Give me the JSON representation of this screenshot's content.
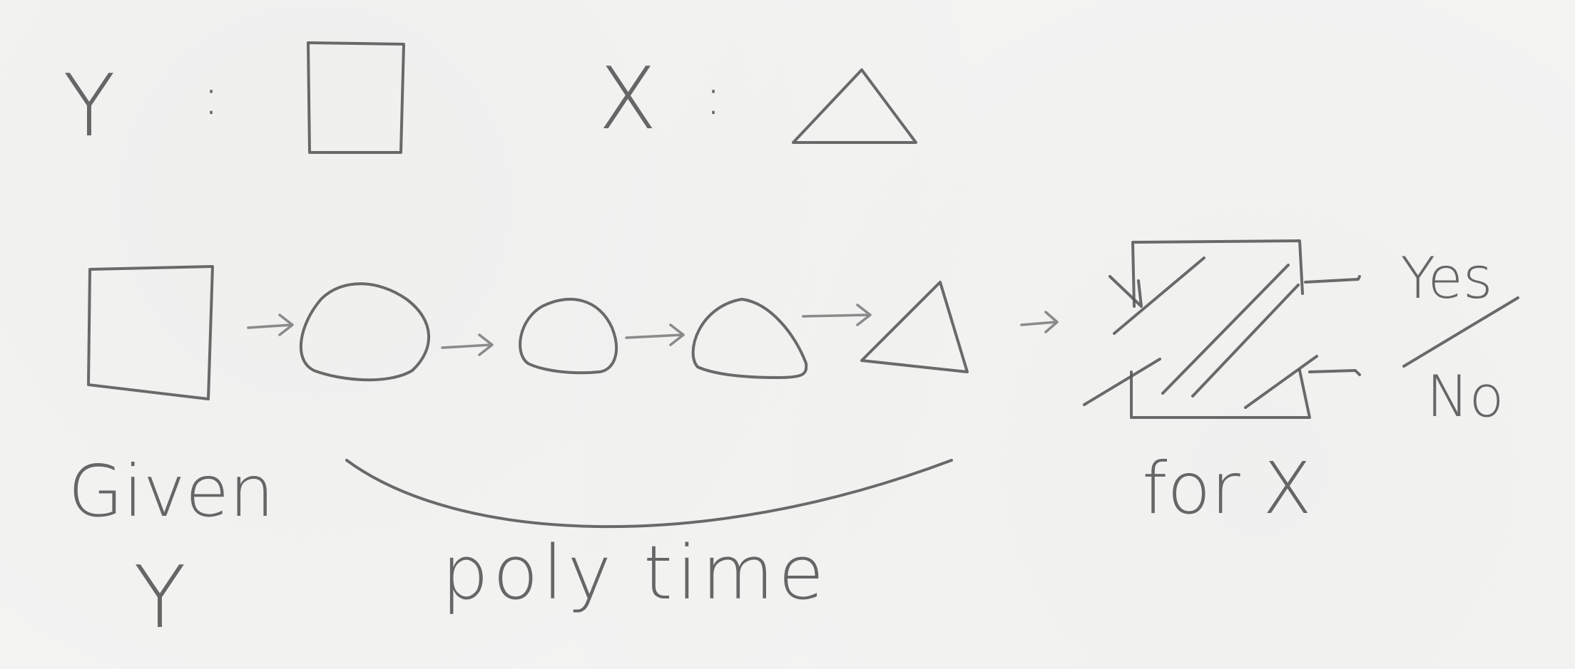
{
  "legend": {
    "y_symbol": "Y",
    "x_symbol": "X",
    "separator": ":"
  },
  "labels": {
    "given_line1": "Given",
    "given_line2": "Y",
    "polytime": "poly time",
    "for_x": "for X",
    "yes": "Yes",
    "no": "No"
  },
  "colors": {
    "background": "#f4f4f3",
    "pencil": "#555555"
  }
}
